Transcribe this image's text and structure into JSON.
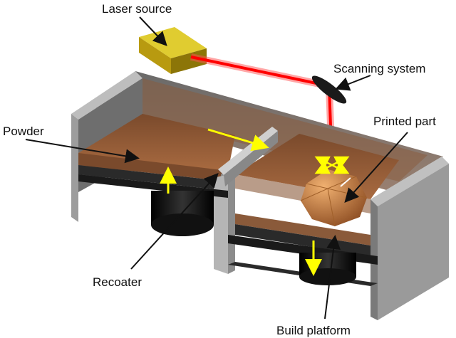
{
  "labels": {
    "laser_source": "Laser source",
    "scanning_system": "Scanning system",
    "powder": "Powder",
    "printed_part": "Printed part",
    "recoater": "Recoater",
    "build_platform": "Build platform"
  },
  "colors": {
    "wall": "#8a8a8a",
    "wall_light": "#c8c8c8",
    "powder": "#8a5a3a",
    "laser_box": "#c8b020",
    "laser_beam": "#ff2020",
    "motion_arrow": "#ffff00",
    "piston": "#111111",
    "part": "#c07840"
  }
}
